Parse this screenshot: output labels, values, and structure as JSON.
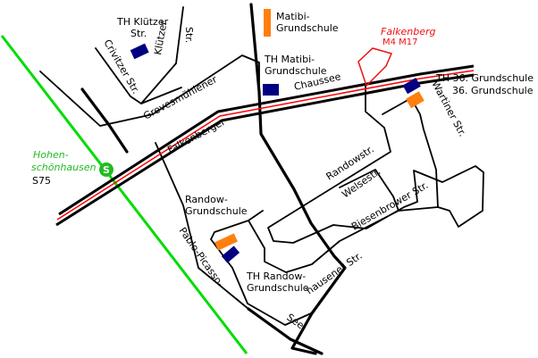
{
  "colors": {
    "street": "#000000",
    "main_road_center": "#ff0000",
    "sbahn": "#00dd00",
    "school_orange": "#ff7f0f",
    "gym_blue": "#000080",
    "label_blue": "#1a1aa6",
    "label_orange": "#ee7700",
    "tram_red": "#ee1111",
    "station_green": "#22bb22"
  },
  "labels": {
    "th_klutzer": [
      "TH Klützer",
      "Str."
    ],
    "klutzer_str": [
      "Klützer",
      "Str."
    ],
    "crivitzer_str": "Crivitzer Str.",
    "gravesmuhlener": "Grevesmühlener",
    "falkenberger": "Falkenberger",
    "chaussee": "Chaussee",
    "matibi_gs": [
      "Matibi-",
      "Grundschule"
    ],
    "th_matibi_gs": [
      "TH Matibi-",
      "Grundschule"
    ],
    "falkenberg": "Falkenberg",
    "tram_lines": "M4 M17",
    "th_36_gs": "TH 36. Grundschule",
    "gs_36": "36. Grundschule",
    "wartiner_str": "Wartiner Str.",
    "hohenschonhausen": [
      "Hohen-",
      "schönhausen"
    ],
    "sbahn_line": "S75",
    "randowstr": "Randowstr.",
    "welsestr": "Welsestr.",
    "biesenbrower_str": "Biesenbrower Str.",
    "randow_gs": [
      "Randow-",
      "Grundschule"
    ],
    "pablo_picasso": "Pablo-Picasso-",
    "th_randow_gs": [
      "TH Randow-",
      "Grundschule"
    ],
    "hausener_str": "hausener Str.",
    "see": "See-",
    "station_symbol": "S"
  },
  "icons": {
    "school": "orange-bar",
    "gym": "blue-rectangle",
    "station": "s-bahn-circle",
    "tram_stop": "red-pentagon-outline"
  }
}
